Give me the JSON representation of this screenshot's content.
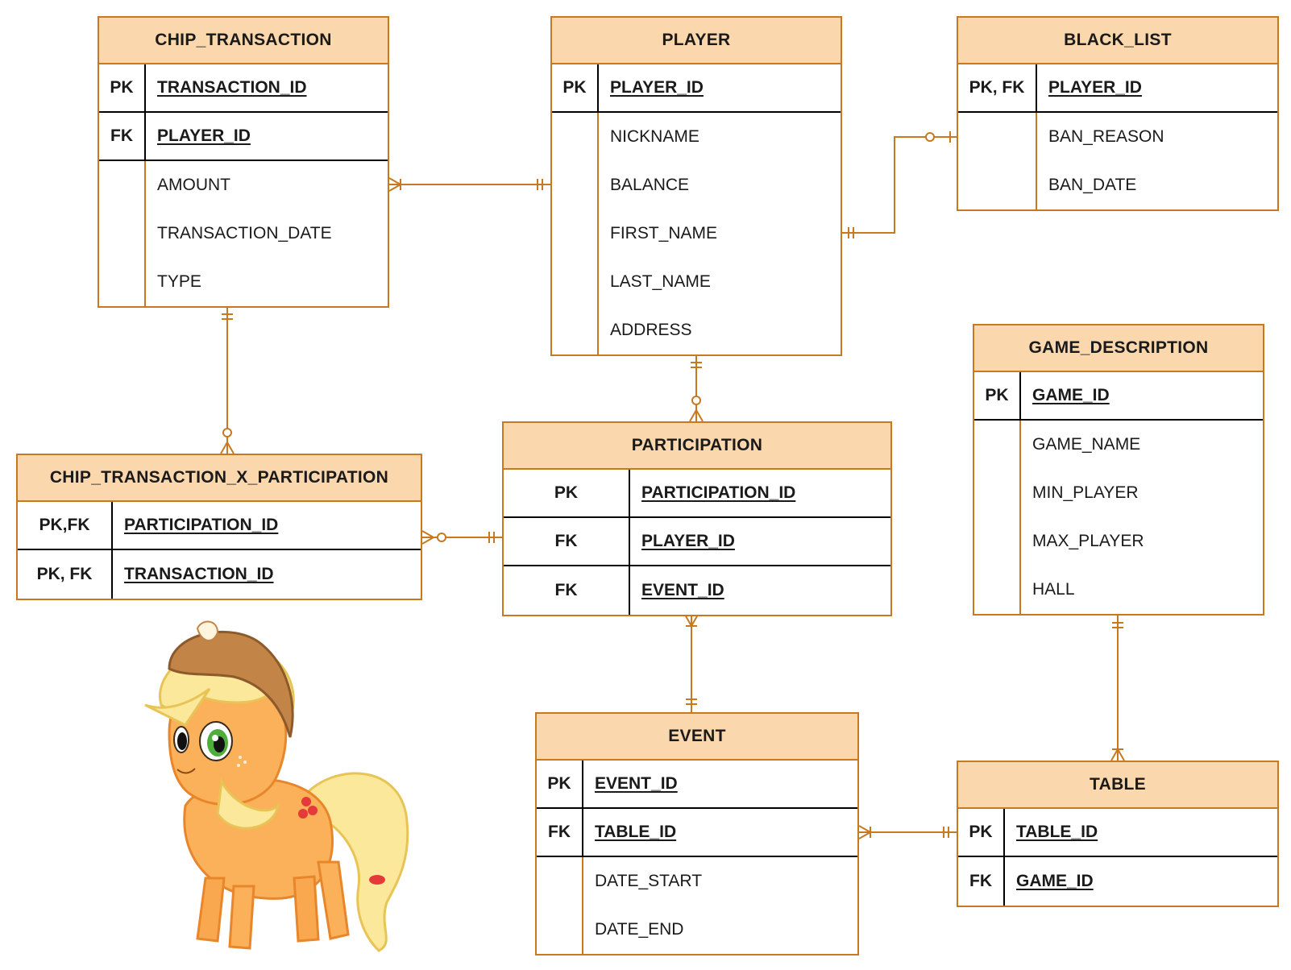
{
  "entities": {
    "chip_transaction": {
      "title": "CHIP_TRANSACTION",
      "keys": [
        {
          "key": "PK",
          "name": "TRANSACTION_ID"
        },
        {
          "key": "FK",
          "name": "PLAYER_ID"
        }
      ],
      "attrs": [
        "AMOUNT",
        "TRANSACTION_DATE",
        "TYPE"
      ]
    },
    "player": {
      "title": "PLAYER",
      "keys": [
        {
          "key": "PK",
          "name": "PLAYER_ID"
        }
      ],
      "attrs": [
        "NICKNAME",
        "BALANCE",
        "FIRST_NAME",
        "LAST_NAME",
        "ADDRESS"
      ]
    },
    "black_list": {
      "title": "BLACK_LIST",
      "keys": [
        {
          "key": "PK, FK",
          "name": "PLAYER_ID"
        }
      ],
      "attrs": [
        "BAN_REASON",
        "BAN_DATE"
      ]
    },
    "game_description": {
      "title": "GAME_DESCRIPTION",
      "keys": [
        {
          "key": "PK",
          "name": "GAME_ID"
        }
      ],
      "attrs": [
        "GAME_NAME",
        "MIN_PLAYER",
        "MAX_PLAYER",
        "HALL"
      ]
    },
    "chip_transaction_x_participation": {
      "title": "CHIP_TRANSACTION_X_PARTICIPATION",
      "keys": [
        {
          "key": "PK,FK",
          "name": "PARTICIPATION_ID"
        },
        {
          "key": "PK, FK",
          "name": "TRANSACTION_ID"
        }
      ],
      "attrs": []
    },
    "participation": {
      "title": "PARTICIPATION",
      "keys": [
        {
          "key": "PK",
          "name": "PARTICIPATION_ID"
        },
        {
          "key": "FK",
          "name": "PLAYER_ID"
        },
        {
          "key": "FK",
          "name": "EVENT_ID"
        }
      ],
      "attrs": []
    },
    "event": {
      "title": "EVENT",
      "keys": [
        {
          "key": "PK",
          "name": "EVENT_ID"
        },
        {
          "key": "FK",
          "name": "TABLE_ID"
        }
      ],
      "attrs": [
        "DATE_START",
        "DATE_END"
      ]
    },
    "table": {
      "title": "TABLE",
      "keys": [
        {
          "key": "PK",
          "name": "TABLE_ID"
        },
        {
          "key": "FK",
          "name": "GAME_ID"
        }
      ],
      "attrs": []
    }
  },
  "relationships": [
    {
      "from": "chip_transaction",
      "from_card": "many",
      "to": "player",
      "to_card": "one"
    },
    {
      "from": "player",
      "from_card": "one",
      "to": "black_list",
      "to_card": "zero-or-one"
    },
    {
      "from": "player",
      "from_card": "one",
      "to": "participation",
      "to_card": "zero-or-many"
    },
    {
      "from": "chip_transaction",
      "from_card": "one",
      "to": "chip_transaction_x_participation",
      "to_card": "zero-or-many"
    },
    {
      "from": "chip_transaction_x_participation",
      "from_card": "zero-or-many",
      "to": "participation",
      "to_card": "one"
    },
    {
      "from": "participation",
      "from_card": "many",
      "to": "event",
      "to_card": "one"
    },
    {
      "from": "event",
      "from_card": "many",
      "to": "table",
      "to_card": "one"
    },
    {
      "from": "game_description",
      "from_card": "one",
      "to": "table",
      "to_card": "many"
    }
  ],
  "colors": {
    "line": "#c8781f",
    "header_fill": "#fad7ac",
    "text": "#1a1a1a"
  },
  "illustration": {
    "icon": "cartoon-pony-icon"
  }
}
